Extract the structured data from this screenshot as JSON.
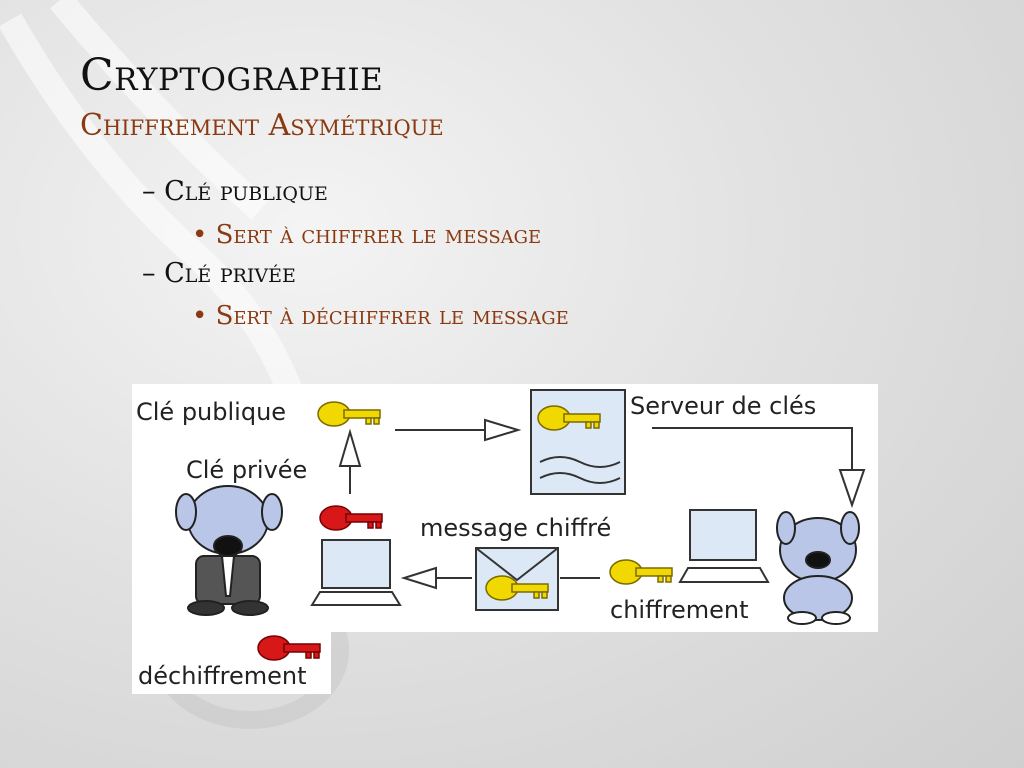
{
  "slide": {
    "title": "Cryptographie",
    "subtitle": "Chiffrement Asymétrique",
    "bullets": [
      {
        "label": "Clé publique",
        "sub": "Sert à chiffrer le message"
      },
      {
        "label": "Clé privée",
        "sub": "Sert à déchiffrer le message"
      }
    ]
  },
  "diagram": {
    "labels": {
      "public_key": "Clé publique",
      "private_key": "Clé privée",
      "key_server": "Serveur de clés",
      "encrypted_message": "message chiffré",
      "encryption": "chiffrement",
      "decryption": "déchiffrement"
    },
    "colors": {
      "public_key": "#f0d800",
      "private_key": "#d81818",
      "text_accent": "#8a3a12"
    }
  }
}
